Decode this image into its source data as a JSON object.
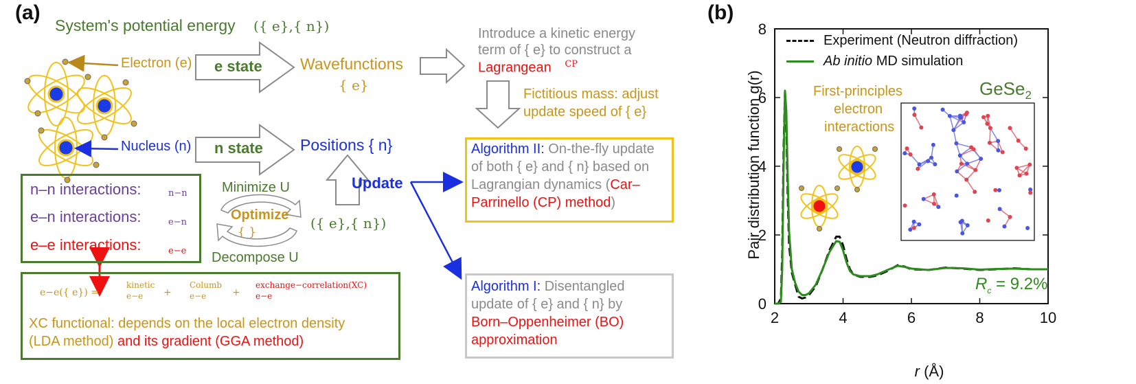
{
  "panel_a": {
    "label": "(a)",
    "title": "System's potential energy",
    "title_args": "({ e},{ n})",
    "electron_label": "Electron (e)",
    "nucleus_label": "Nucleus (n)",
    "e_state": "e state",
    "n_state": "n state",
    "wavefunctions": "Wavefunctions",
    "wavefunctions_sym": "{ e}",
    "positions": "Positions { n}",
    "kinetic_text_1": "Introduce a kinetic energy",
    "kinetic_text_2": "term of { e} to construct a",
    "lagrangean": "Lagrangean",
    "lagrangean_sup": "CP",
    "fict_1": "Fictitious mass: adjust",
    "fict_2": "update speed of { e}",
    "alg2_1_head": "Algorithm II:",
    "alg2_1_tail": "On-the-fly update",
    "alg2_2": "of both { e} and { n} based on",
    "alg2_3a": "Lagrangian dynamics (",
    "alg2_3b": "Car–",
    "alg2_4a": "Parrinello (CP) method",
    "alg2_4b": ")",
    "alg1_1_head": "Algorithm I:",
    "alg1_1_tail": "Disentangled",
    "alg1_2": "update of { e} and { n} by",
    "alg1_3": "Born–Oppenheimer (BO)",
    "alg1_4": "approximation",
    "update": "Update",
    "minimize": "Minimize U",
    "decompose": "Decompose U",
    "optimize": "Optimize",
    "optimize_sym": "{ }",
    "optimize_args": "({ e},{ n})",
    "nn": "n–n interactions:",
    "nn_sub": "n−n",
    "en": "e–n interactions:",
    "en_sub": "e−n",
    "ee": "e–e interactions:",
    "ee_sub": "e−e",
    "eq_lhs": "e−e({ e}) =",
    "eq_kin_sup": "kinetic",
    "eq_kin_sub": "e−e",
    "eq_plus1": "+",
    "eq_col_sup": "Columb",
    "eq_col_sub": "e−e",
    "eq_plus2": "+",
    "eq_xc_sup": "exchange−correlation(XC)",
    "eq_xc_sub": "e−e",
    "xc_1": "XC functional: depends on the local electron density",
    "xc_2a": "(LDA method)",
    "xc_2b": "and its gradient (GGA method)"
  },
  "panel_b": {
    "label": "(b)",
    "legend_exp": "Experiment (Neutron diffraction)",
    "legend_sim_italic": "Ab initio",
    "legend_sim_rest": "MD simulation",
    "fp_1": "First-principles",
    "fp_2": "electron",
    "fp_3": "interactions",
    "gese": "GeSe",
    "gese_sub": "2",
    "rc": "R",
    "rc_sub": "c",
    "rc_val": "= 9.2%",
    "ylabel": "Pair distribution function g(r)",
    "xlabel_italic": "r",
    "xlabel_rest": "(Å)"
  },
  "colors": {
    "green": "#4a7a2e",
    "gold": "#c8951a",
    "blue": "#1a2fe0",
    "red": "#ee1111",
    "purple": "#6a3f98",
    "grey": "#8a8a8a",
    "sim_green": "#2e8b1e",
    "box_yellow": "#f2c21a"
  },
  "chart_data": {
    "type": "line",
    "xlabel": "r (Å)",
    "ylabel": "Pair distribution function g(r)",
    "xlim": [
      2,
      10
    ],
    "ylim": [
      0,
      8
    ],
    "xticks": [
      "2",
      "4",
      "6",
      "8",
      "10"
    ],
    "yticks": [
      "0",
      "2",
      "4",
      "6",
      "8"
    ],
    "legend_position": "top-left",
    "series": [
      {
        "name": "Experiment (Neutron diffraction)",
        "style": "dashed",
        "color": "#111111",
        "x": [
          2.0,
          2.1,
          2.18,
          2.22,
          2.26,
          2.3,
          2.34,
          2.38,
          2.42,
          2.5,
          2.6,
          2.7,
          2.8,
          2.9,
          3.0,
          3.2,
          3.4,
          3.6,
          3.8,
          3.9,
          4.0,
          4.1,
          4.2,
          4.3,
          4.5,
          4.8,
          5.0,
          5.3,
          5.6,
          5.8,
          6.0,
          6.5,
          7.0,
          7.5,
          8.0,
          8.5,
          9.0,
          9.5,
          10.0
        ],
        "y": [
          0.0,
          0.0,
          0.15,
          1.5,
          4.5,
          6.15,
          5.2,
          3.1,
          1.7,
          0.9,
          0.55,
          0.2,
          0.15,
          0.18,
          0.25,
          0.5,
          1.0,
          1.55,
          1.95,
          1.95,
          1.7,
          1.3,
          1.0,
          0.85,
          0.78,
          0.78,
          0.82,
          0.95,
          1.12,
          1.08,
          1.0,
          0.98,
          1.05,
          1.02,
          0.98,
          1.0,
          1.03,
          1.0,
          1.0
        ]
      },
      {
        "name": "Ab initio MD simulation",
        "style": "solid",
        "color": "#2e8b1e",
        "x": [
          2.0,
          2.1,
          2.18,
          2.22,
          2.26,
          2.3,
          2.34,
          2.38,
          2.42,
          2.5,
          2.6,
          2.7,
          2.8,
          2.9,
          3.0,
          3.2,
          3.4,
          3.6,
          3.8,
          3.9,
          4.0,
          4.1,
          4.2,
          4.3,
          4.5,
          4.8,
          5.0,
          5.3,
          5.6,
          5.8,
          6.0,
          6.5,
          7.0,
          7.5,
          8.0,
          8.5,
          9.0,
          9.5,
          10.0
        ],
        "y": [
          0.0,
          0.0,
          0.05,
          1.0,
          4.0,
          6.2,
          5.6,
          3.7,
          2.1,
          1.0,
          0.6,
          0.35,
          0.25,
          0.25,
          0.3,
          0.55,
          1.0,
          1.5,
          1.82,
          1.8,
          1.55,
          1.2,
          0.95,
          0.85,
          0.8,
          0.8,
          0.85,
          0.98,
          1.1,
          1.07,
          1.02,
          0.98,
          1.04,
          1.03,
          0.99,
          1.01,
          1.02,
          1.0,
          1.0
        ]
      }
    ]
  }
}
